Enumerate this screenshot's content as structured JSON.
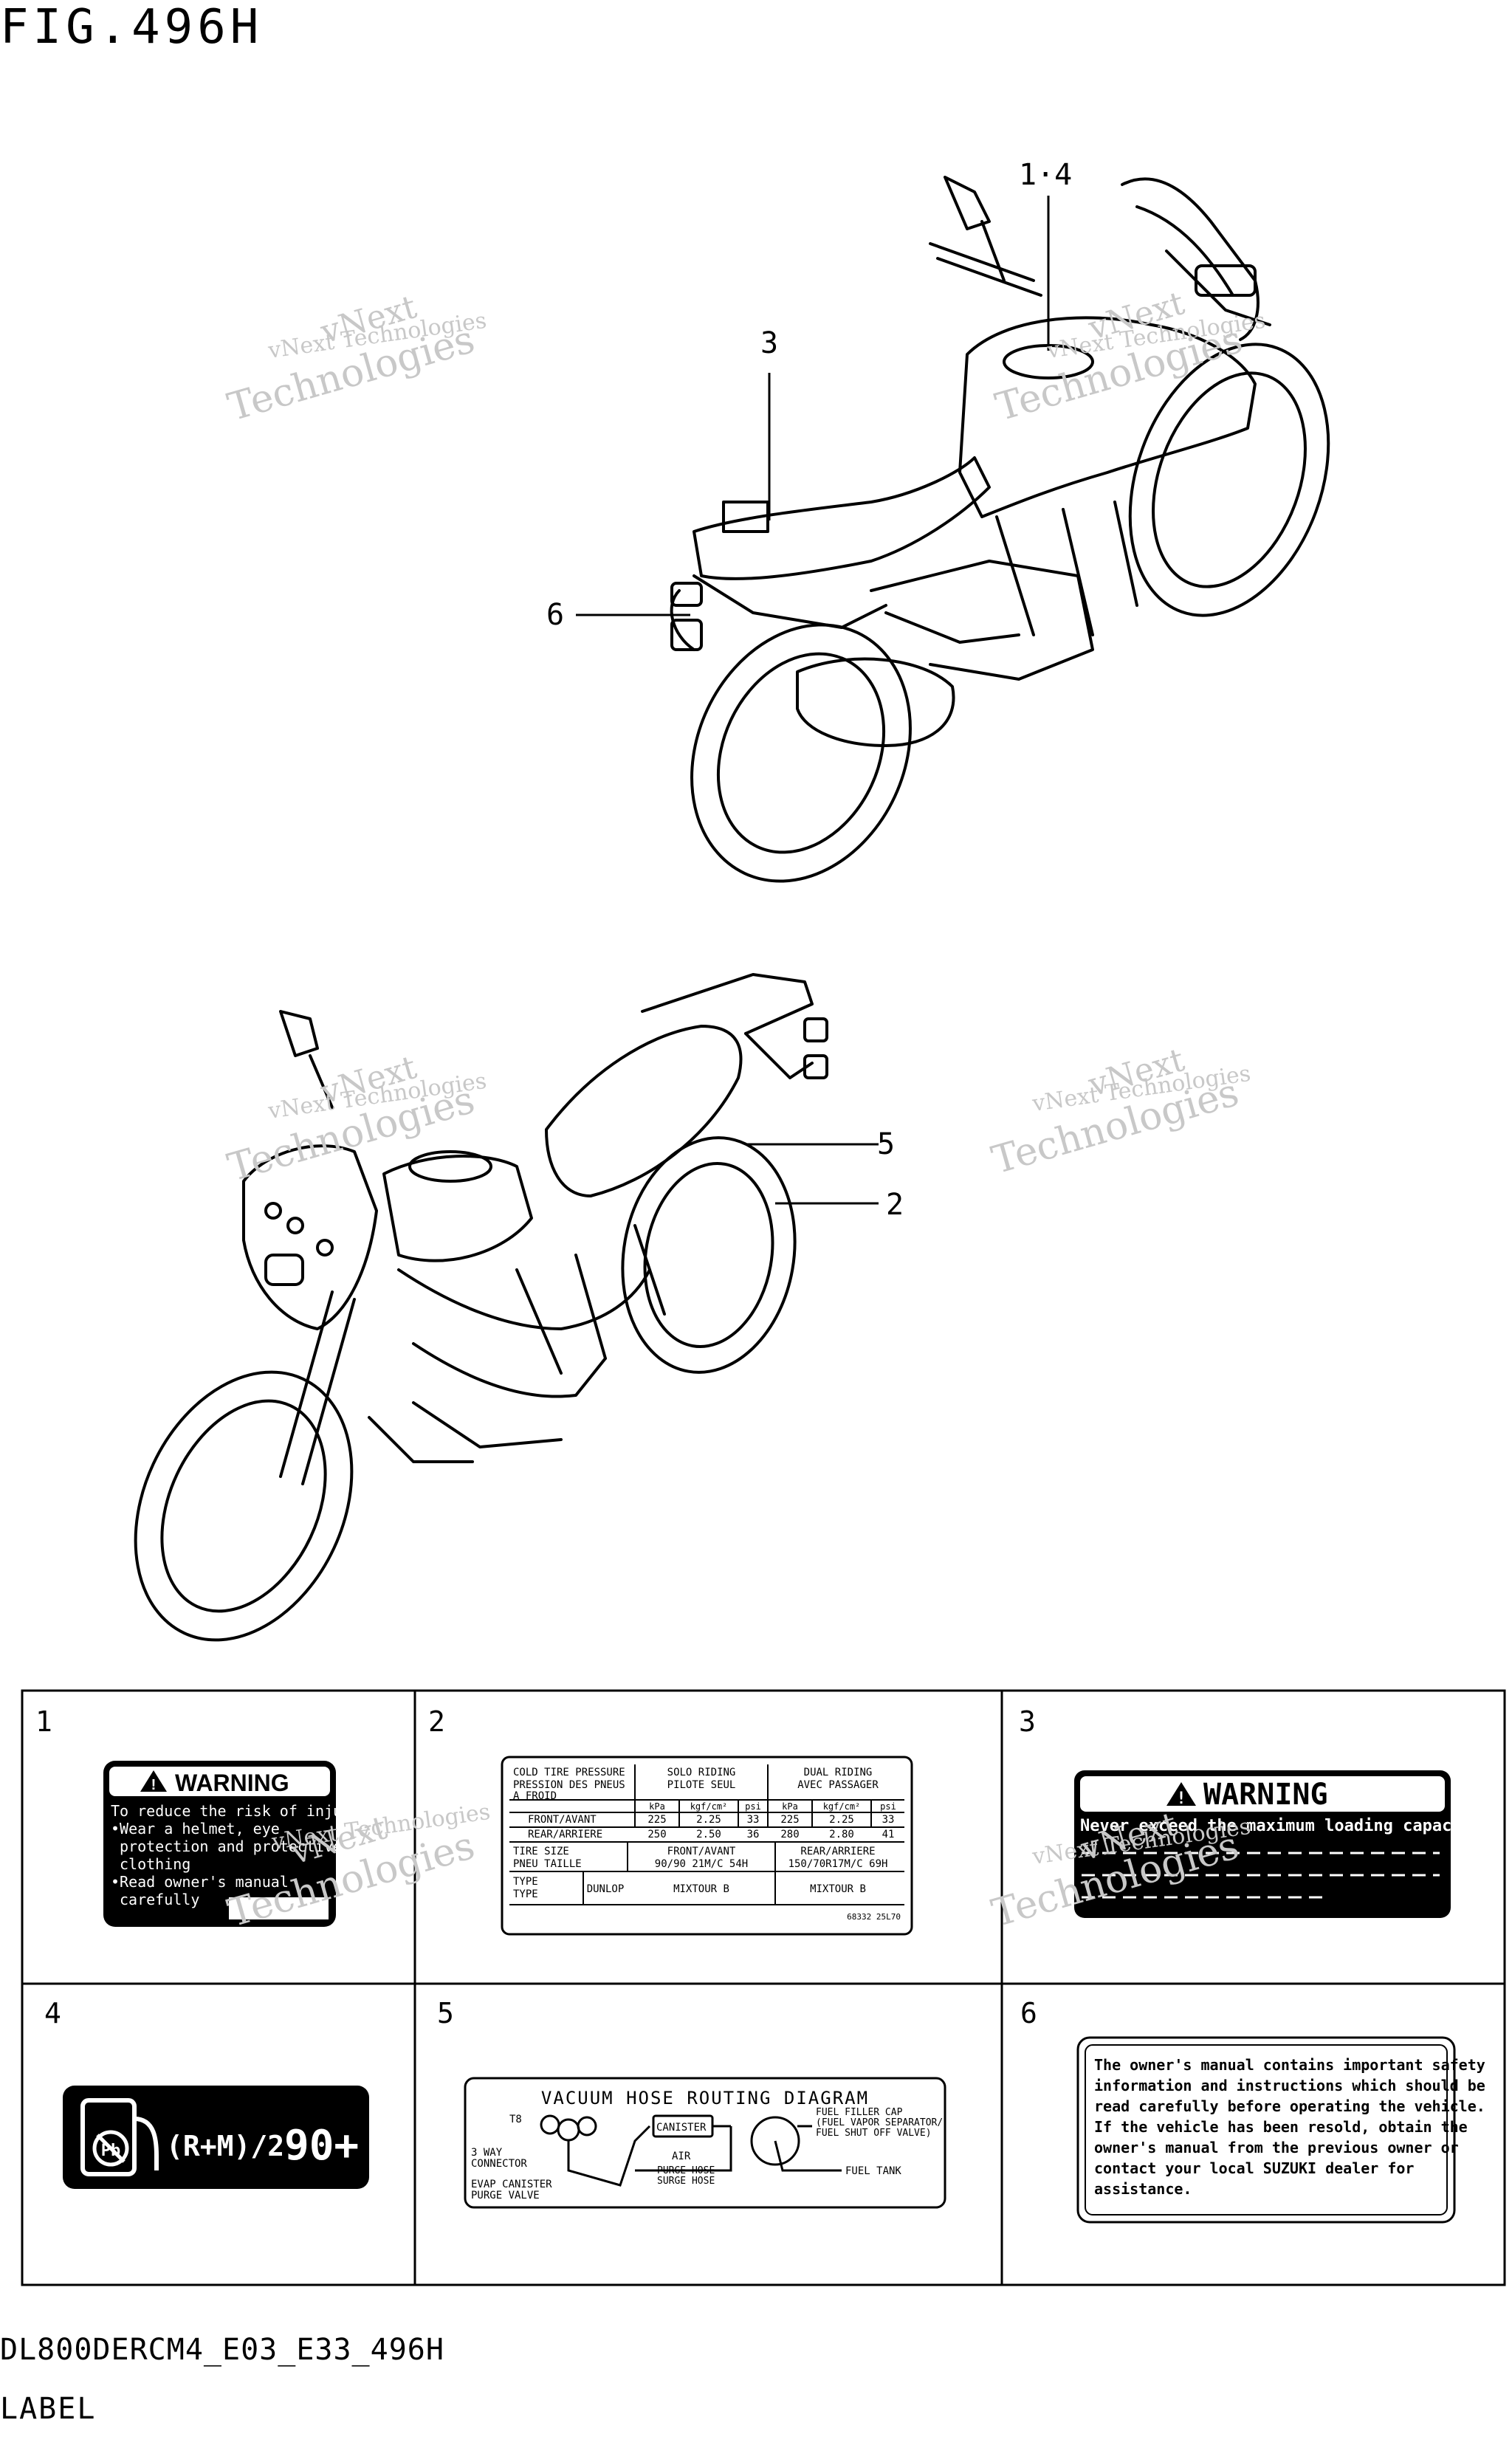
{
  "header": {
    "fig_title": "FIG.496H"
  },
  "watermark": {
    "line1": "vNext Technologies",
    "line2": "vNext",
    "line3": "Technologies"
  },
  "callouts": {
    "top_1_4": "1·4",
    "top_3": "3",
    "top_6": "6",
    "bottom_5": "5",
    "bottom_2": "2"
  },
  "grid": {
    "cells": [
      {
        "num": "1"
      },
      {
        "num": "2"
      },
      {
        "num": "3"
      },
      {
        "num": "4"
      },
      {
        "num": "5"
      },
      {
        "num": "6"
      }
    ]
  },
  "label1": {
    "heading": "WARNING",
    "lines": [
      "To reduce the risk of injury",
      "•Wear a helmet, eye",
      "protection and protective",
      "clothing",
      "•Read owner's manual",
      "carefully"
    ]
  },
  "label2": {
    "header_left": [
      "COLD TIRE PRESSURE",
      "PRESSION DES PNEUS",
      "A FROID"
    ],
    "solo": [
      "SOLO RIDING",
      "PILOTE SEUL"
    ],
    "dual": [
      "DUAL RIDING",
      "AVEC PASSAGER"
    ],
    "units": [
      "kPa",
      "kgf/cm²",
      "psi",
      "kPa",
      "kgf/cm²",
      "psi"
    ],
    "rows": [
      {
        "label": "FRONT/AVANT",
        "values": [
          "225",
          "2.25",
          "33",
          "225",
          "2.25",
          "33"
        ]
      },
      {
        "label": "REAR/ARRIERE",
        "values": [
          "250",
          "2.50",
          "36",
          "280",
          "2.80",
          "41"
        ]
      }
    ],
    "tire_size_label": [
      "TIRE SIZE",
      "PNEU TAILLE"
    ],
    "front_head": "FRONT/AVANT",
    "rear_head": "REAR/ARRIERE",
    "front_size": "90/90 21M/C 54H",
    "rear_size": "150/70R17M/C 69H",
    "type_label": [
      "TYPE",
      "TYPE"
    ],
    "brand": "DUNLOP",
    "front_type": "MIXTOUR B",
    "rear_type": "MIXTOUR B",
    "part_no": "68332 25L70"
  },
  "label3": {
    "heading": "WARNING",
    "text": "Never exceed the maximum loading capacity"
  },
  "label4": {
    "formula": "(R+M)/2",
    "octane": "90+"
  },
  "label5": {
    "title": "VACUUM HOSE ROUTING DIAGRAM",
    "t8": "T8",
    "three_way": [
      "3 WAY",
      "CONNECTOR"
    ],
    "evap": [
      "EVAP CANISTER",
      "PURGE VALVE"
    ],
    "canister": "CANISTER",
    "air": "AIR",
    "purge": [
      "PURGE HOSE",
      "SURGE HOSE"
    ],
    "fuel_cap": [
      "FUEL FILLER CAP",
      "(FUEL VAPOR SEPARATOR/",
      "FUEL SHUT OFF VALVE)"
    ],
    "fuel_tank": "FUEL TANK"
  },
  "label6": {
    "lines": [
      "The owner's manual contains important safety",
      "information and instructions which should be",
      "read carefully before operating the vehicle.",
      "If the vehicle has been resold, obtain the",
      "owner's manual from the previous owner or",
      "contact your local SUZUKI dealer for",
      "assistance."
    ]
  },
  "footer": {
    "code": "DL800DERCM4_E03_E33_496H",
    "label": "LABEL"
  }
}
